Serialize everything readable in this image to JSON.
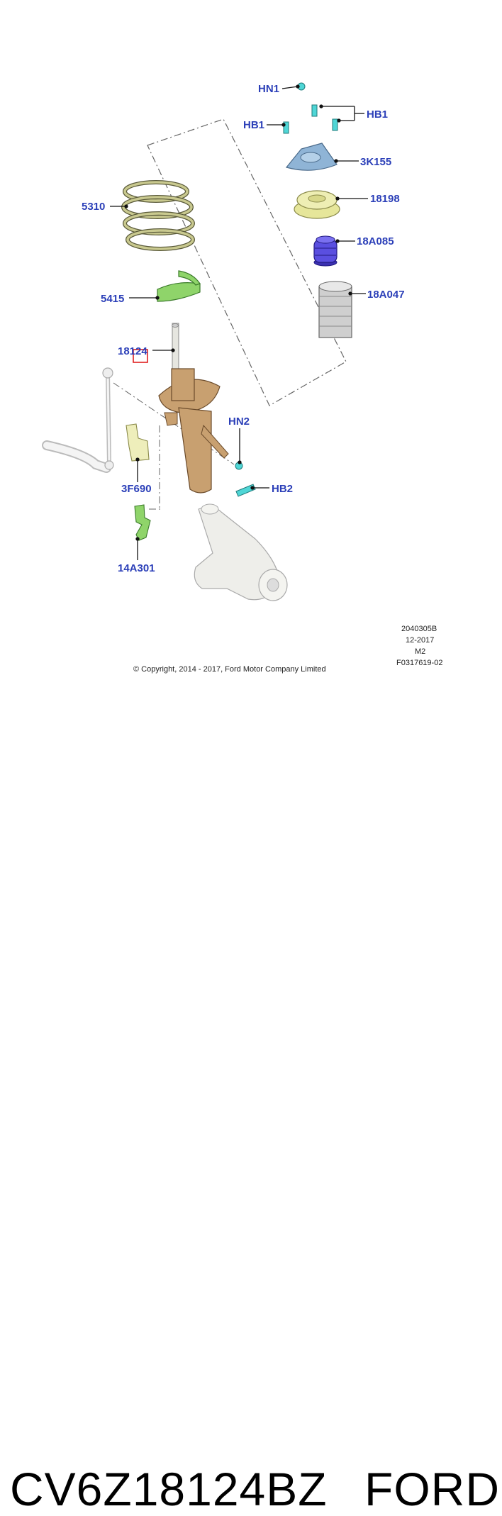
{
  "callouts": {
    "hn1": "HN1",
    "hb1_left": "HB1",
    "hb1_right": "HB1",
    "mount_3k155": "3K155",
    "bearing_18198": "18198",
    "bump_stop_18a085": "18A085",
    "dust_boot_18a047": "18A047",
    "spring_5310": "5310",
    "seat_5415": "5415",
    "strut_18124": "18124",
    "hn2": "HN2",
    "hb2": "HB2",
    "bracket_3f690": "3F690",
    "bracket_14a301": "14A301"
  },
  "meta": {
    "illustration_id": "2040305B",
    "date": "12-2017",
    "revision": "M2",
    "figure_id": "F0317619-02",
    "copyright": "© Copyright, 2014 - 2017, Ford Motor Company Limited"
  },
  "footer": {
    "part_number": "CV6Z18124BZ",
    "brand": "FORD"
  },
  "colors": {
    "callout_text": "#2b3fb8",
    "highlight_box": "#e02020",
    "spring": "#c9c98f",
    "green_part": "#8fd46a",
    "cyan_fastener": "#4fd6d6",
    "mount_blue": "#8fb4d6",
    "bearing_yellow": "#e6e69a",
    "bump_stop_purple": "#5a4fe0",
    "strut_tan": "#c8a070"
  }
}
